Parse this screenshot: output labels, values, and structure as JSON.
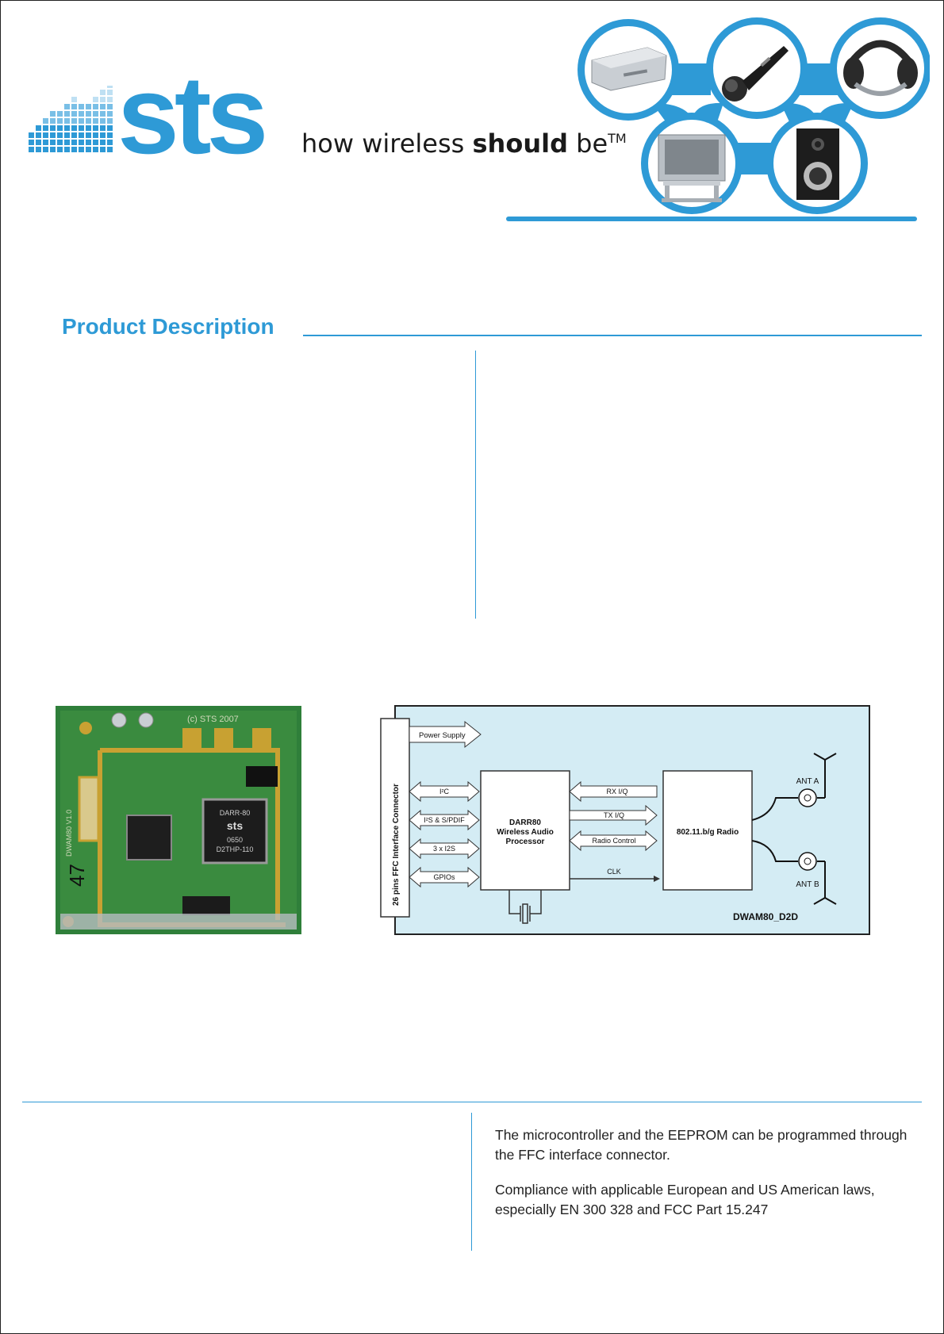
{
  "brand": {
    "logo_text": "sts",
    "tagline": {
      "pre": "how wireless ",
      "strong": "should",
      "post": " be",
      "mark": "TM"
    },
    "accent": "#2e9ad6"
  },
  "device_icons": [
    "dvd-player-icon",
    "microphone-icon",
    "headphones-icon",
    "television-icon",
    "speaker-icon"
  ],
  "section": {
    "title": "Product Description"
  },
  "diagram": {
    "connector_label": "26 pins FFC Interface Connector",
    "power_label": "Power Supply",
    "left_signals": [
      "I²C",
      "I²S & S/PDIF",
      "3 x I2S",
      "GPIOs"
    ],
    "processor": [
      "DARR80",
      "Wireless Audio",
      "Processor"
    ],
    "mid_signals": [
      "RX I/Q",
      "TX I/Q",
      "Radio Control",
      "CLK"
    ],
    "radio_label": "802.11.b/g Radio",
    "ant_a": "ANT A",
    "ant_b": "ANT B",
    "model": "DWAM80_D2D",
    "background": "#d4ecf4"
  },
  "pcb": {
    "chip_lines": [
      "DARR-80",
      "sts",
      "0650",
      "D2THP-110"
    ],
    "silk_top": "(c) STS 2007",
    "silk_side": "DWAM80 V1.0",
    "marker": "47"
  },
  "text": {
    "p1": "The microcontroller and the EEPROM can be programmed through the FFC interface connector.",
    "p2": "Compliance with applicable European and US American laws, especially EN 300 328 and FCC Part 15.247"
  }
}
